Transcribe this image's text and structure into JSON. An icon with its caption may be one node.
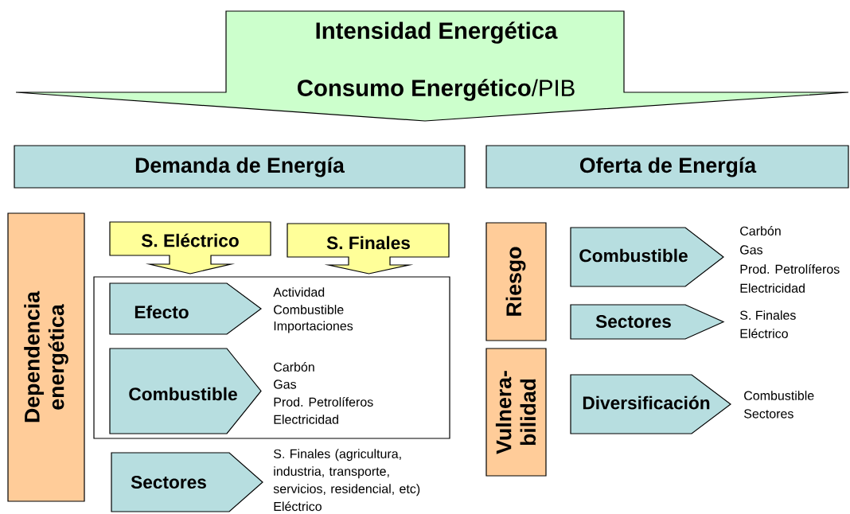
{
  "diagram": {
    "nodes": [
      {
        "text": [
          "Intensidad Energética",
          "**Consumo Energético**/PIB"
        ]
      },
      {
        "text": [
          "Demanda de Energía"
        ]
      },
      {
        "text": [
          "Oferta de Energía"
        ]
      },
      {
        "text": [
          "Dependencia energética"
        ]
      },
      {
        "text": [
          "S. Eléctrico"
        ]
      },
      {
        "text": [
          "S. Finales"
        ]
      },
      {
        "text": [],
        "shape": "box"
      },
      {
        "text": [
          "Efecto"
        ],
        "in": 6,
        "beside": [
          "Actividad",
          "Combustible",
          "Importaciones"
        ]
      },
      {
        "text": [
          "Combustible"
        ],
        "in": 6,
        "beside": [
          "Carbón",
          "Gas",
          "Prod. Petrolíferos",
          "Electricidad"
        ]
      },
      {
        "text": [
          "Sectores"
        ],
        "beside": [
          "S. Finales (agricultura, industria, transporte, servicios, residencial, etc)",
          "Eléctrico"
        ]
      },
      {
        "text": [
          "Riesgo"
        ]
      },
      {
        "text": [
          "Combustible"
        ],
        "beside": [
          "Carbón",
          "Gas",
          "Prod. Petrolíferos",
          "Electricidad"
        ]
      },
      {
        "text": [
          "Sectores"
        ],
        "beside": [
          "S. Finales",
          "Eléctrico"
        ]
      },
      {
        "text": [
          "Vulnera- bilidad"
        ]
      },
      {
        "text": [
          "Diversificación"
        ],
        "beside": [
          "Combustible",
          "Sectores"
        ]
      }
    ]
  }
}
